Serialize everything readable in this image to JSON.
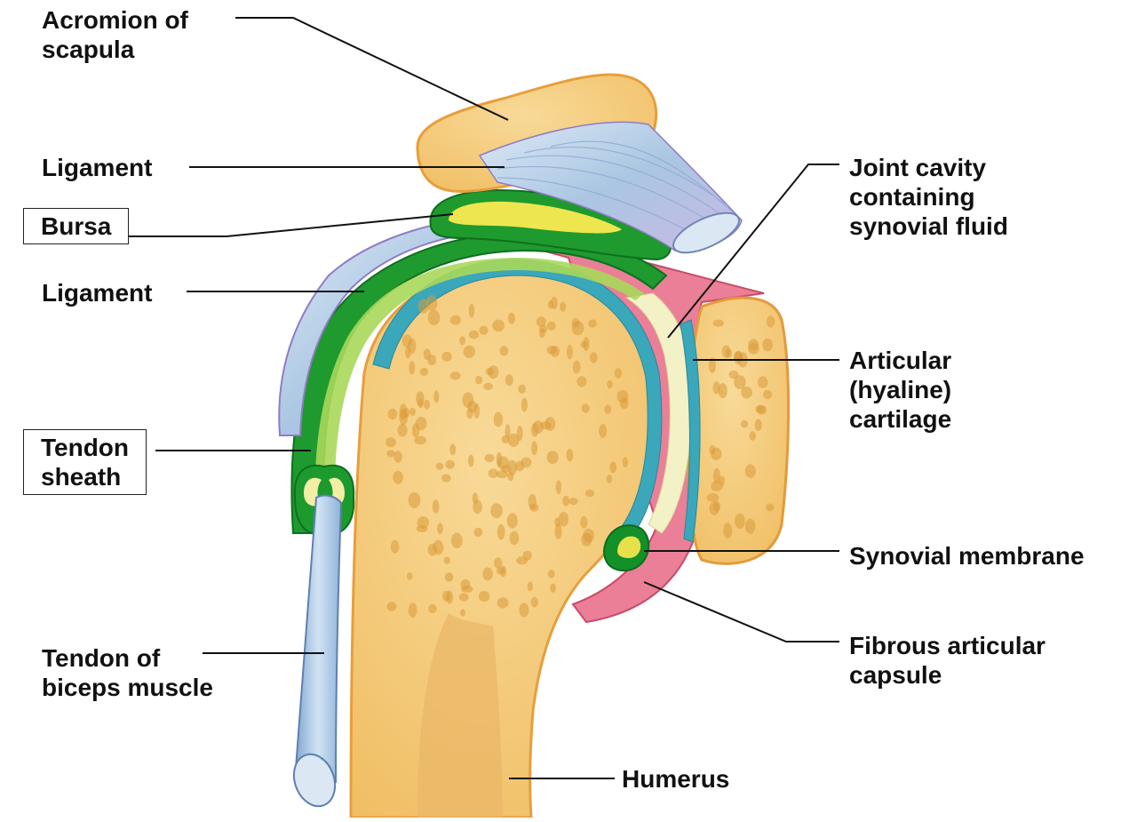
{
  "labels": {
    "acromion": [
      "Acromion of",
      "scapula"
    ],
    "ligament_top": [
      "Ligament"
    ],
    "bursa": [
      "Bursa"
    ],
    "ligament_mid": [
      "Ligament"
    ],
    "tendon_sheath": [
      "Tendon",
      "sheath"
    ],
    "tendon_biceps": [
      "Tendon of",
      "biceps muscle"
    ],
    "joint_cavity": [
      "Joint cavity",
      "containing",
      "synovial fluid"
    ],
    "articular_cartilage": [
      "Articular",
      "(hyaline)",
      "cartilage"
    ],
    "synovial_membrane": [
      "Synovial membrane"
    ],
    "fibrous_capsule": [
      "Fibrous articular",
      "capsule"
    ],
    "humerus": [
      "Humerus"
    ]
  },
  "boxed_labels": [
    "bursa",
    "tendon_sheath"
  ],
  "colors": {
    "bone": "#f3c978",
    "bone_edge": "#e7a23c",
    "bone_pore": "#d99a3a",
    "cartilage": "#3aa6b8",
    "synovial_membrane": "#0f8a2a",
    "bursa_fluid": "#e8e04a",
    "joint_fluid": "#f2f0c0",
    "ligament": "#b9d2e8",
    "capsule": "#e36a86",
    "tendon": "#a9c6e6",
    "leader_line": "#111111"
  }
}
